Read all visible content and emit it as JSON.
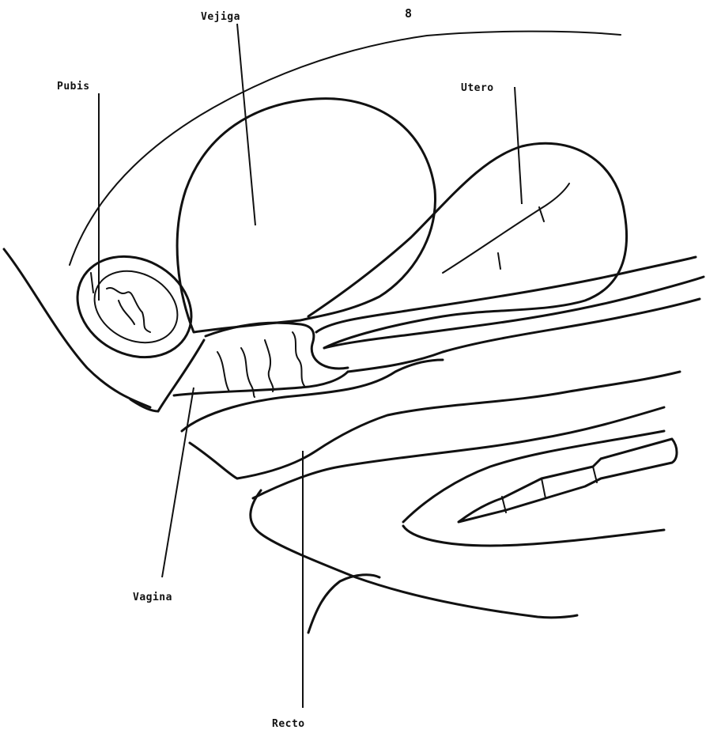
{
  "page_number": "8",
  "labels": {
    "vejiga": "Vejiga",
    "pubis": "Pubis",
    "utero": "Utero",
    "vagina": "Vagina",
    "recto": "Recto"
  }
}
